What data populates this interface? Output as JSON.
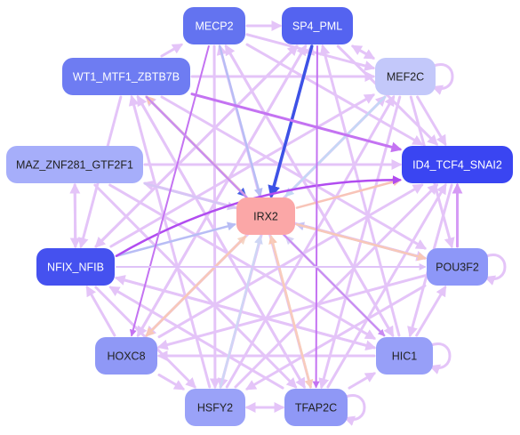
{
  "diagram": {
    "center": "IRX2",
    "nodes": [
      {
        "id": "MECP2",
        "label": "MECP2",
        "fill": "#6373f0",
        "text": "#ffffff"
      },
      {
        "id": "SP4_PML",
        "label": "SP4_PML",
        "fill": "#5463f0",
        "text": "#ffffff"
      },
      {
        "id": "WT1_MTF1_ZBTB7B",
        "label": "WT1_MTF1_ZBTB7B",
        "fill": "#6e7cf2",
        "text": "#ffffff"
      },
      {
        "id": "MEF2C",
        "label": "MEF2C",
        "fill": "#c3c8fa",
        "text": "#222222"
      },
      {
        "id": "MAZ_ZNF281_GTF2F1",
        "label": "MAZ_ZNF281_GTF2F1",
        "fill": "#a6aefa",
        "text": "#222222"
      },
      {
        "id": "ID4_TCF4_SNAI2",
        "label": "ID4_TCF4_SNAI2",
        "fill": "#3a45f2",
        "text": "#ffffff"
      },
      {
        "id": "IRX2",
        "label": "IRX2",
        "fill": "#fba7a7",
        "text": "#222222"
      },
      {
        "id": "NFIX_NFIB",
        "label": "NFIX_NFIB",
        "fill": "#4551ef",
        "text": "#ffffff"
      },
      {
        "id": "POU3F2",
        "label": "POU3F2",
        "fill": "#8d97f8",
        "text": "#222222"
      },
      {
        "id": "HOXC8",
        "label": "HOXC8",
        "fill": "#8f98f6",
        "text": "#222222"
      },
      {
        "id": "HIC1",
        "label": "HIC1",
        "fill": "#979ff8",
        "text": "#222222"
      },
      {
        "id": "HSFY2",
        "label": "HSFY2",
        "fill": "#9aa2f8",
        "text": "#222222"
      },
      {
        "id": "TFAP2C",
        "label": "TFAP2C",
        "fill": "#8f98f6",
        "text": "#222222"
      }
    ],
    "edges": [
      {
        "from": "SP4_PML",
        "to": "IRX2",
        "color": "#3d52e6",
        "weight": 3.5
      },
      {
        "from": "WT1_MTF1_ZBTB7B",
        "to": "IRX2",
        "color": "#4a62e6",
        "weight": 2.5
      },
      {
        "from": "MECP2",
        "to": "IRX2",
        "color": "#b8bdf5",
        "weight": 2.5
      },
      {
        "from": "MEF2C",
        "to": "IRX2",
        "color": "#c4d8f5",
        "weight": 2.5
      },
      {
        "from": "MAZ_ZNF281_GTF2F1",
        "to": "IRX2",
        "color": "#d6c6f5",
        "weight": 2.5
      },
      {
        "from": "NFIX_NFIB",
        "to": "IRX2",
        "color": "#b8bdf5",
        "weight": 2.5
      },
      {
        "from": "POU3F2",
        "to": "IRX2",
        "color": "#c8c4f5",
        "weight": 2.5
      },
      {
        "from": "HOXC8",
        "to": "IRX2",
        "color": "#f5d6c6",
        "weight": 2.5
      },
      {
        "from": "HIC1",
        "to": "IRX2",
        "color": "#d8d2f5",
        "weight": 2.5
      },
      {
        "from": "HSFY2",
        "to": "IRX2",
        "color": "#cfd6f5",
        "weight": 2.5
      },
      {
        "from": "TFAP2C",
        "to": "IRX2",
        "color": "#f8c8b4",
        "weight": 2.5
      },
      {
        "from": "IRX2",
        "to": "ID4_TCF4_SNAI2",
        "color": "#f8c4b8",
        "weight": 2.5
      },
      {
        "from": "IRX2",
        "to": "POU3F2",
        "color": "#f8c8b8",
        "weight": 2.5
      },
      {
        "from": "IRX2",
        "to": "WT1_MTF1_ZBTB7B",
        "color": "#f8c4b8",
        "weight": 2.5
      },
      {
        "from": "IRX2",
        "to": "HOXC8",
        "color": "#f8c8b8",
        "weight": 2.5
      },
      {
        "from": "IRX2",
        "to": "TFAP2C",
        "color": "#f8ccbc",
        "weight": 2.5
      },
      {
        "from": "NFIX_NFIB",
        "to": "ID4_TCF4_SNAI2",
        "color": "#b14cf0",
        "weight": 2.5,
        "curve": -45
      },
      {
        "from": "WT1_MTF1_ZBTB7B",
        "to": "ID4_TCF4_SNAI2",
        "color": "#c473f2",
        "weight": 3
      },
      {
        "from": "MECP2",
        "to": "HOXC8",
        "color": "#c473f2",
        "weight": 2
      },
      {
        "from": "SP4_PML",
        "to": "TFAP2C",
        "color": "#c473f2",
        "weight": 2
      },
      {
        "from": "WT1_MTF1_ZBTB7B",
        "to": "HIC1",
        "color": "#c98af2",
        "weight": 2
      },
      {
        "from": "NFIX_NFIB",
        "to": "POU3F2",
        "color": "#dfc3f8",
        "weight": 2
      },
      {
        "from": "POU3F2",
        "to": "ID4_TCF4_SNAI2",
        "color": "#d59bf5",
        "weight": 3
      },
      {
        "from": "HSFY2",
        "to": "MEF2C",
        "color": "#e4c4f8",
        "weight": 3
      },
      {
        "from": "HOXC8",
        "to": "MEF2C",
        "color": "#e4c4f8",
        "weight": 3
      },
      {
        "from": "TFAP2C",
        "to": "MECP2",
        "color": "#e4c4f8",
        "weight": 3
      },
      {
        "from": "HIC1",
        "to": "SP4_PML",
        "color": "#e4c4f8",
        "weight": 3
      },
      {
        "from": "HSFY2",
        "to": "SP4_PML",
        "color": "#e4c4f8",
        "weight": 3
      },
      {
        "from": "HOXC8",
        "to": "SP4_PML",
        "color": "#e4c4f8",
        "weight": 3
      },
      {
        "from": "NFIX_NFIB",
        "to": "MEF2C",
        "color": "#e4c4f8",
        "weight": 3
      },
      {
        "from": "MAZ_ZNF281_GTF2F1",
        "to": "HIC1",
        "color": "#e4c4f8",
        "weight": 3
      },
      {
        "from": "MAZ_ZNF281_GTF2F1",
        "to": "ID4_TCF4_SNAI2",
        "color": "#e4c4f8",
        "weight": 3
      },
      {
        "from": "MAZ_ZNF281_GTF2F1",
        "to": "TFAP2C",
        "color": "#e4c4f8",
        "weight": 3
      },
      {
        "from": "MAZ_ZNF281_GTF2F1",
        "to": "POU3F2",
        "color": "#e4c4f8",
        "weight": 3
      },
      {
        "from": "HIC1",
        "to": "WT1_MTF1_ZBTB7B",
        "color": "#e4c4f8",
        "weight": 3
      },
      {
        "from": "TFAP2C",
        "to": "WT1_MTF1_ZBTB7B",
        "color": "#e4c4f8",
        "weight": 3
      },
      {
        "from": "HSFY2",
        "to": "WT1_MTF1_ZBTB7B",
        "color": "#e4c4f8",
        "weight": 3
      },
      {
        "from": "POU3F2",
        "to": "HOXC8",
        "color": "#e4c4f8",
        "weight": 3
      },
      {
        "from": "POU3F2",
        "to": "HSFY2",
        "color": "#e4c4f8",
        "weight": 3
      },
      {
        "from": "POU3F2",
        "to": "MAZ_ZNF281_GTF2F1",
        "color": "#e4c4f8",
        "weight": 3
      },
      {
        "from": "HIC1",
        "to": "NFIX_NFIB",
        "color": "#e4c4f8",
        "weight": 3
      },
      {
        "from": "TFAP2C",
        "to": "NFIX_NFIB",
        "color": "#e4c4f8",
        "weight": 3
      },
      {
        "from": "HIC1",
        "to": "HOXC8",
        "color": "#e4c4f8",
        "weight": 3
      },
      {
        "from": "HIC1",
        "to": "MECP2",
        "color": "#e4c4f8",
        "weight": 3
      },
      {
        "from": "HSFY2",
        "to": "ID4_TCF4_SNAI2",
        "color": "#e4c4f8",
        "weight": 3
      },
      {
        "from": "TFAP2C",
        "to": "ID4_TCF4_SNAI2",
        "color": "#e4c4f8",
        "weight": 3
      },
      {
        "from": "HOXC8",
        "to": "ID4_TCF4_SNAI2",
        "color": "#e4c4f8",
        "weight": 3
      },
      {
        "from": "MEF2C",
        "to": "ID4_TCF4_SNAI2",
        "color": "#e4c4f8",
        "weight": 3
      },
      {
        "from": "MEF2C",
        "to": "HOXC8",
        "color": "#e4c4f8",
        "weight": 3
      },
      {
        "from": "MEF2C",
        "to": "TFAP2C",
        "color": "#e4c4f8",
        "weight": 3
      },
      {
        "from": "MEF2C",
        "to": "POU3F2",
        "color": "#e4c4f8",
        "weight": 3
      },
      {
        "from": "MECP2",
        "to": "HIC1",
        "color": "#e4c4f8",
        "weight": 3
      },
      {
        "from": "MECP2",
        "to": "HSFY2",
        "color": "#e4c4f8",
        "weight": 3
      },
      {
        "from": "MECP2",
        "to": "ID4_TCF4_SNAI2",
        "color": "#e4c4f8",
        "weight": 3
      },
      {
        "from": "MECP2",
        "to": "MEF2C",
        "color": "#e4c4f8",
        "weight": 3
      },
      {
        "from": "SP4_PML",
        "to": "HOXC8",
        "color": "#e4c4f8",
        "weight": 3
      },
      {
        "from": "SP4_PML",
        "to": "ID4_TCF4_SNAI2",
        "color": "#e4c4f8",
        "weight": 3
      },
      {
        "from": "SP4_PML",
        "to": "MEF2C",
        "color": "#e4c4f8",
        "weight": 3
      },
      {
        "from": "SP4_PML",
        "to": "NFIX_NFIB",
        "color": "#e4c4f8",
        "weight": 3
      },
      {
        "from": "WT1_MTF1_ZBTB7B",
        "to": "TFAP2C",
        "color": "#e4c4f8",
        "weight": 3
      },
      {
        "from": "WT1_MTF1_ZBTB7B",
        "to": "MEF2C",
        "color": "#e4c4f8",
        "weight": 3
      },
      {
        "from": "WT1_MTF1_ZBTB7B",
        "to": "POU3F2",
        "color": "#e4c4f8",
        "weight": 3
      },
      {
        "from": "NFIX_NFIB",
        "to": "HSFY2",
        "color": "#e4c4f8",
        "weight": 3
      },
      {
        "from": "NFIX_NFIB",
        "to": "HIC1",
        "color": "#e4c4f8",
        "weight": 3
      },
      {
        "from": "NFIX_NFIB",
        "to": "SP4_PML",
        "color": "#e4c4f8",
        "weight": 3
      },
      {
        "from": "NFIX_NFIB",
        "to": "MAZ_ZNF281_GTF2F1",
        "color": "#e4c4f8",
        "weight": 3
      },
      {
        "from": "MAZ_ZNF281_GTF2F1",
        "to": "NFIX_NFIB",
        "color": "#e4c4f8",
        "weight": 3
      },
      {
        "from": "HOXC8",
        "to": "NFIX_NFIB",
        "color": "#e4c4f8",
        "weight": 3
      },
      {
        "from": "HOXC8",
        "to": "HSFY2",
        "color": "#e4c4f8",
        "weight": 3
      },
      {
        "from": "HSFY2",
        "to": "TFAP2C",
        "color": "#e4c4f8",
        "weight": 3
      },
      {
        "from": "TFAP2C",
        "to": "HIC1",
        "color": "#e4c4f8",
        "weight": 3
      },
      {
        "from": "HIC1",
        "to": "POU3F2",
        "color": "#e4c4f8",
        "weight": 3
      },
      {
        "from": "MEF2C",
        "to": "SP4_PML",
        "color": "#e4c4f8",
        "weight": 3
      },
      {
        "from": "MECP2",
        "to": "SP4_PML",
        "color": "#e4c4f8",
        "weight": 3
      },
      {
        "from": "WT1_MTF1_ZBTB7B",
        "to": "MECP2",
        "color": "#e4c4f8",
        "weight": 3
      },
      {
        "from": "TFAP2C",
        "to": "HSFY2",
        "color": "#e4c4f8",
        "weight": 3
      },
      {
        "from": "ID4_TCF4_SNAI2",
        "to": "HIC1",
        "color": "#e4c4f8",
        "weight": 3
      },
      {
        "from": "SP4_PML",
        "to": "HSFY2",
        "color": "#e4c4f8",
        "weight": 3
      },
      {
        "from": "WT1_MTF1_ZBTB7B",
        "to": "NFIX_NFIB",
        "color": "#e4c4f8",
        "weight": 3
      }
    ],
    "self_loops": [
      "MEF2C",
      "POU3F2",
      "HIC1",
      "TFAP2C"
    ]
  }
}
